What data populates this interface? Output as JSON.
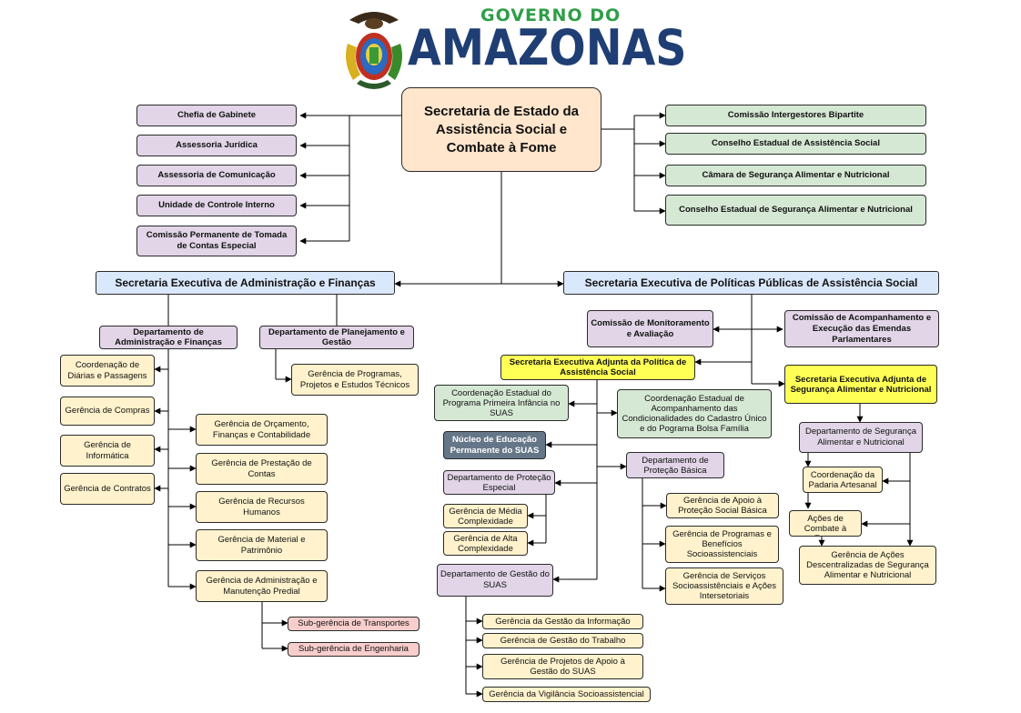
{
  "header": {
    "top_text": "GOVERNO DO",
    "main_text": "AMAZONAS",
    "seal_icon": "amazonas-coat-of-arms-icon",
    "colors": {
      "green": "#2f9e48",
      "navy": "#1f3e74"
    }
  },
  "root": "Secretaria de Estado da Assistência Social e Combate à Fome",
  "left_advisory": [
    "Chefia de Gabinete",
    "Assessoria Jurídica",
    "Assessoria de Comunicação",
    "Unidade de Controle Interno",
    "Comissão Permanente de Tomada de Contas Especial"
  ],
  "right_councils": [
    "Comissão Intergestores Bipartite",
    "Conselho Estadual de Assistência Social",
    "Câmara de Segurança Alimentar e Nutricional",
    "Conselho Estadual de Segurança Alimentar e Nutricional"
  ],
  "admin": {
    "title": "Secretaria Executiva de Administração e Finanças",
    "dept_admin": "Departamento de Administração e Finanças",
    "dept_planning": "Departamento de Planejamento e Gestão",
    "planning_child": "Gerência de Programas, Projetos e Estudos Técnicos",
    "left_units": [
      "Coordenação de Diárias e Passagens",
      "Gerência de Compras",
      "Gerência de Informática",
      "Gerência de Contratos"
    ],
    "right_units": [
      "Gerência de Orçamento, Finanças e Contabilidade",
      "Gerência de Prestação de Contas",
      "Gerência de Recursos Humanos",
      "Gerência de Material e Patrimônio",
      "Gerência de Administração e Manutenção Predial"
    ],
    "sub_units": [
      "Sub-gerência de Transportes",
      "Sub-gerência de Engenharia"
    ]
  },
  "policy": {
    "title": "Secretaria Executiva de Políticas Públicas de Assistência Social",
    "monitoring": "Comissão de Monitoramento e Avaliação",
    "amendments": "Comissão de Acompanhamento e Execução das Emendas Parlamentares",
    "adjunta_as": "Secretaria Executiva Adjunta da Política de Assistência Social",
    "adjunta_san": "Secretaria Executiva Adjunta de Segurança Alimentar e Nutricional",
    "primeira_infancia": "Coordenação Estadual do Programa Primeira Infância no SUAS",
    "condicionalidades": "Coordenação Estadual de Acompanhamento das Condicionalidades do Cadastro Único e do Pograma Bolsa Família",
    "nucleo": "Núcleo de Educação Permanente do SUAS",
    "protecao_especial": "Departamento de Proteção Especial",
    "media": "Gerência de Média Complexidade",
    "alta": "Gerência de Alta Complexidade",
    "gestao_suas": "Departamento de Gestão do SUAS",
    "gestao_children": [
      "Gerência da Gestão da Informação",
      "Gerência de Gestão do Trabalho",
      "Gerência de Projetos de Apoio à Gestão do SUAS",
      "Gerência da Vigilância Socioassistencial"
    ],
    "protecao_basica": "Departamento de Proteção Básica",
    "basica_children": [
      "Gerência de Apoio à Proteção Social Básica",
      "Gerência de Programas e Benefícios Socioassistenciais",
      "Gerência de Serviços Socioassistênciais e Ações Intersetoriais"
    ],
    "dept_san": "Departamento de Segurança Alimentar e Nutricional",
    "padaria": "Coordenação da Padaria Artesanal",
    "combate_fome": "Gerência de Ações de Combate à Fome",
    "descentralizadas": "Gerência de  Ações Descentralizadas de Segurança Alimentar e Nutricional"
  }
}
